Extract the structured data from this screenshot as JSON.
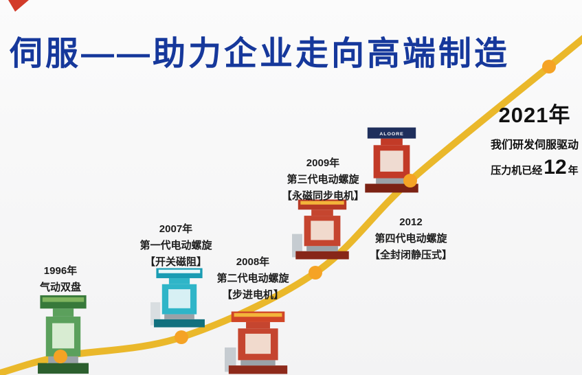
{
  "title": "伺服——助力企业走向高端制造",
  "milestones": [
    {
      "year": "1996年",
      "name": "气动双盘",
      "detail": ""
    },
    {
      "year": "2007年",
      "name": "第一代电动螺旋",
      "detail": "【开关磁阻】"
    },
    {
      "year": "2008年",
      "name": "第二代电动螺旋",
      "detail": "【步进电机】"
    },
    {
      "year": "2009年",
      "name": "第三代电动螺旋",
      "detail": "【永磁同步电机】"
    },
    {
      "year": "2012",
      "name": "第四代电动螺旋",
      "detail": "【全封闭静压式】"
    }
  ],
  "highlight": {
    "year": "2021年",
    "line1": "我们研发伺服驱动",
    "line2_prefix": "压力机已经",
    "years_count": "12",
    "line2_suffix": "年"
  },
  "machines": [
    {
      "label": "1996 气动双盘压力机",
      "brand": "",
      "crown": "#37793a",
      "band": "#7fb45e",
      "body": "#5ba05c",
      "window": "#d8ecd2",
      "base": "#2c5f2e",
      "cabinet": "none"
    },
    {
      "label": "2007 第一代电动螺旋",
      "brand": "",
      "crown": "#1a9cb3",
      "band": "#e9f7f9",
      "body": "#2fb5c8",
      "window": "#d7f0f4",
      "base": "#11707e",
      "cabinet": "#d9dee1"
    },
    {
      "label": "2008 第二代电动螺旋",
      "brand": "",
      "crown": "#d04527",
      "band": "#f3b43a",
      "body": "#c5452f",
      "window": "#f1dacd",
      "base": "#8e2a1b",
      "cabinet": "#c6ccd1"
    },
    {
      "label": "2009 第三代电动螺旋",
      "brand": "",
      "crown": "#b63a25",
      "band": "#f3b43a",
      "body": "#c5452f",
      "window": "#f1dacd",
      "base": "#872618",
      "cabinet": "#c6ccd1"
    },
    {
      "label": "2012 第四代电动螺旋",
      "brand": "ALOORE",
      "crown": "#1f2f5c",
      "band": "#1f2f5c",
      "body": "#c23a27",
      "window": "#efdbd1",
      "base": "#7c2214",
      "cabinet": "none"
    }
  ],
  "colors": {
    "title": "#16389b",
    "curve": "#eab82b",
    "node": "#f5a325",
    "flag": "#d23b2a",
    "text": "#1c1c1c"
  }
}
